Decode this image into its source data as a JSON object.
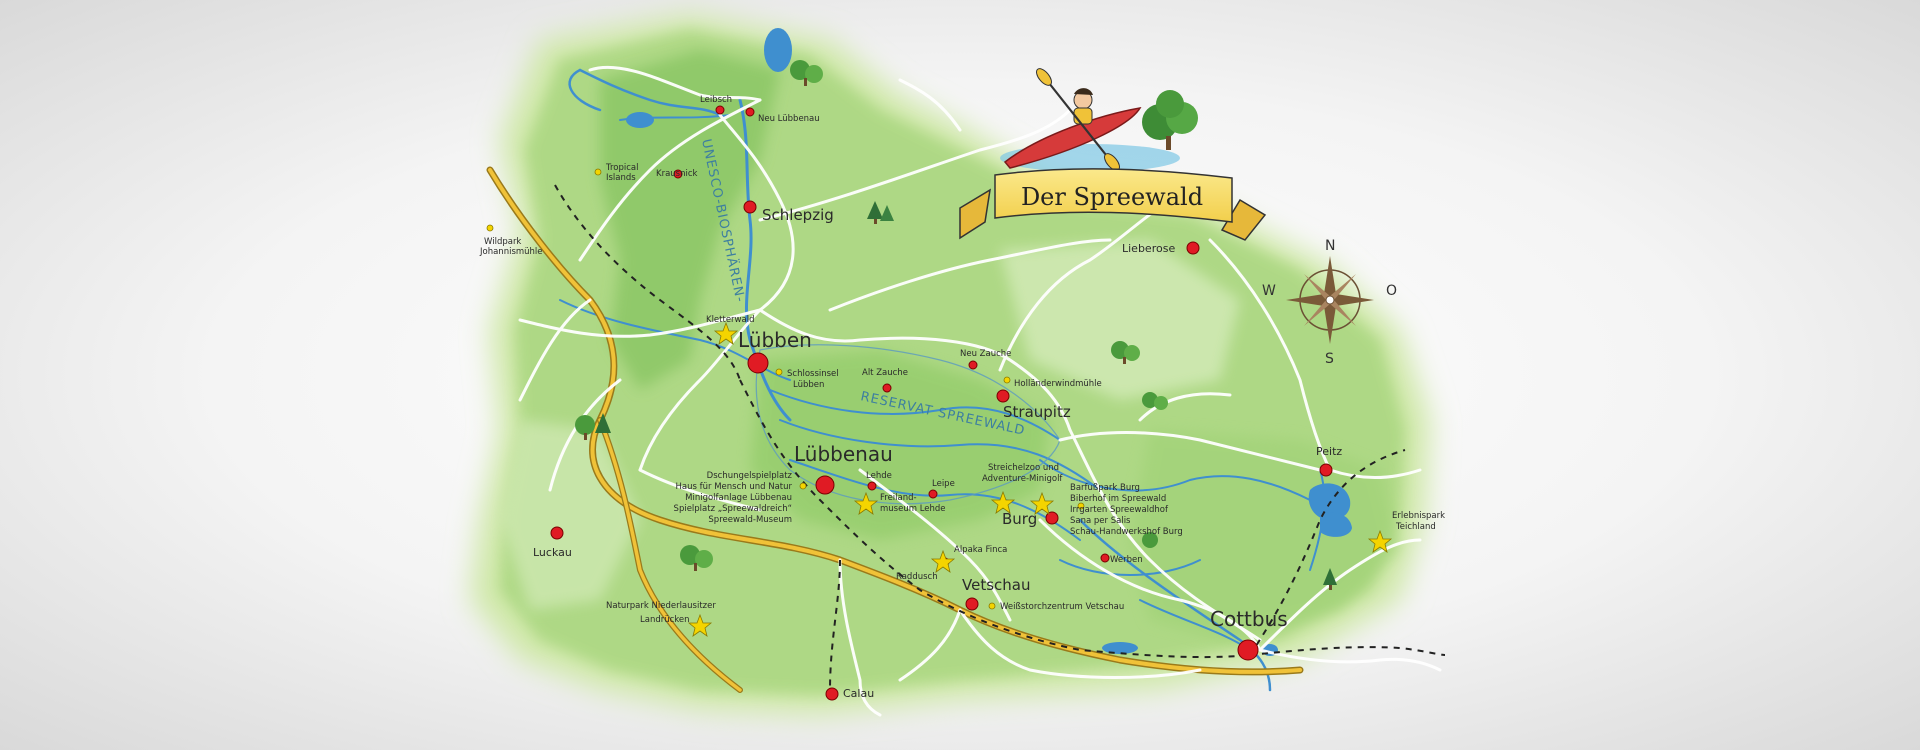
{
  "title": "Der Spreewald",
  "compass": {
    "n": "N",
    "o": "O",
    "s": "S",
    "w": "W"
  },
  "regions": {
    "biosphaere": "UNESCO-BIOSPHÄREN-",
    "reservat": "RESERVAT SPREEWALD"
  },
  "cities": {
    "luebben": "Lübben",
    "luebbenau": "Lübbenau",
    "cottbus": "Cottbus",
    "burg": "Burg",
    "vetschau": "Vetschau",
    "schlepzig": "Schlepzig",
    "straupitz": "Straupitz",
    "peitz": "Peitz",
    "luckau": "Luckau",
    "calau": "Calau",
    "lieberose": "Lieberose",
    "leibsch": "Leibsch",
    "neu_luebbenau": "Neu Lübbenau",
    "krausnick": "Krausnick",
    "neu_zauche": "Neu Zauche",
    "alt_zauche": "Alt Zauche",
    "lehde": "Lehde",
    "leipe": "Leipe",
    "raddusch": "Raddusch",
    "werben": "Werben"
  },
  "pois": {
    "tropical": [
      "Tropical",
      "Islands"
    ],
    "wildpark": [
      "Wildpark",
      "Johannismühle"
    ],
    "kletterwald": "Kletterwald",
    "schlossinsel": [
      "Schlossinsel",
      "Lübben"
    ],
    "hollaender": "Holländerwindmühle",
    "luebbenau_list": [
      "Dschungelspielplatz",
      "Haus für Mensch und Natur",
      "Minigolfanlage Lübbenau",
      "Spielplatz „Spreewaldreich“",
      "Spreewald-Museum"
    ],
    "freiland": [
      "Freiland-",
      "museum Lehde"
    ],
    "streichelzoo": [
      "Streichelzoo und",
      "Adventure-Minigolf"
    ],
    "burg_list": [
      "Barfußpark Burg",
      "Biberhof im Spreewald",
      "Irrgarten Spreewaldhof",
      "Sana per Salis",
      "Schau-Handwerkshof Burg"
    ],
    "alpaka": "Alpaka Finca",
    "weissstorch": "Weißstorchzentrum Vetschau",
    "erlebnispark": [
      "Erlebnispark",
      "Teichland"
    ],
    "naturpark": [
      "Naturpark Niederlausitzer",
      "Landrücken"
    ]
  },
  "colors": {
    "land": "#a9d67f",
    "land_dark": "#7fbf5a",
    "water": "#3f8fcf",
    "road": "#ffffff",
    "motorway": "#f0c238",
    "city": "#e01b24",
    "star": "#f4d400",
    "banner": "#f6e27a"
  },
  "icons": [
    "kayak-icon",
    "tree-icon",
    "compass-rose-icon",
    "star-icon",
    "city-dot-icon"
  ]
}
